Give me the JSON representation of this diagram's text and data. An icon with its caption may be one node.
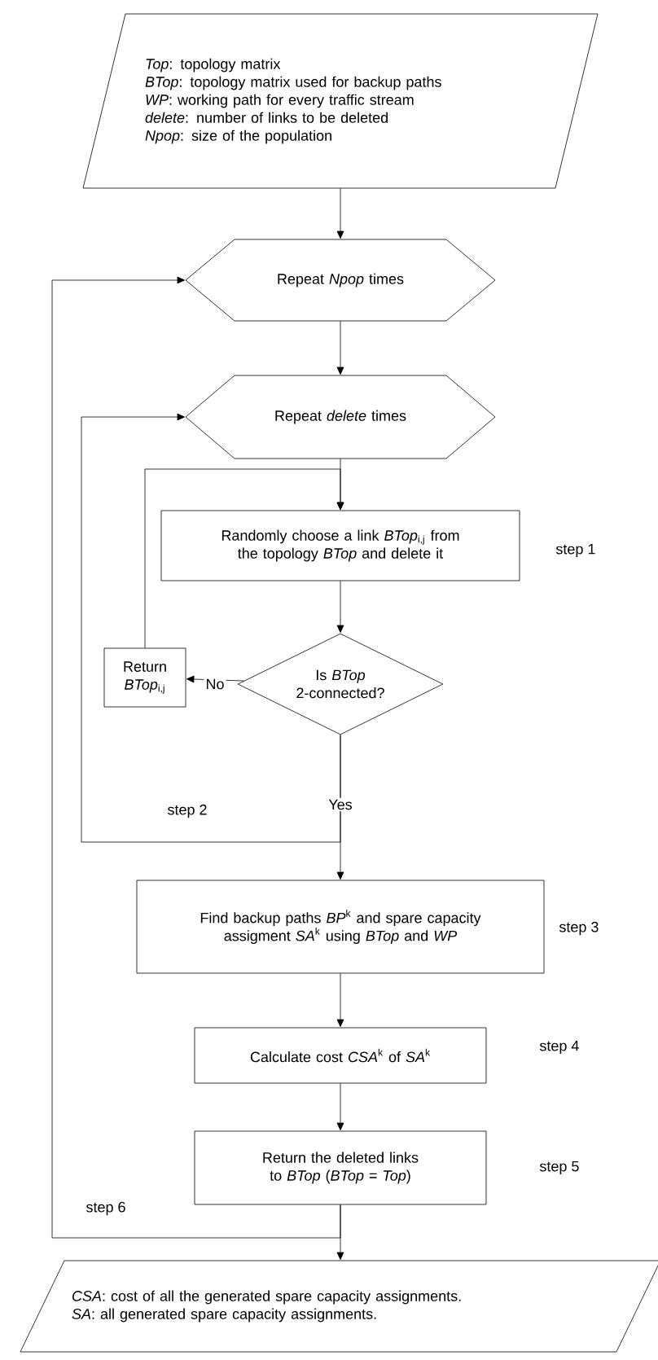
{
  "diagram": {
    "nodes": [
      {
        "text": [
          "*Top*:   topology matrix",
          "*BTop*: topology matrix used for backup paths",
          "*WP*:   working path for every traffic stream",
          "*delete*: number of links to be deleted",
          "*Npop*: size of the population"
        ]
      },
      {
        "text": [
          "Repeat *Npop* times"
        ]
      },
      {
        "text": [
          "Repeat *delete* times"
        ]
      },
      {
        "text": [
          "Randomly choose a link *BTop*$_{i,j}$ from the topology *BTop* and delete it"
        ],
        "beside": [
          "step 1"
        ]
      },
      {
        "text": [
          "Is *BTop* 2-connected?"
        ]
      },
      {
        "text": [
          "Return *BTop*$_{i,j}$"
        ]
      },
      {
        "text": [
          "Find backup paths *BP*$^{k}$ and spare capacity assigment *SA*$^{k}$ using *BTop* and *WP*"
        ],
        "beside": [
          "step 3"
        ]
      },
      {
        "text": [
          "Calculate cost *CSA*$^{k}$ of *SA*$^{k}$"
        ],
        "beside": [
          "step 4"
        ]
      },
      {
        "text": [
          "Return the deleted links to *BTop* (*BTop* = *Top*)"
        ],
        "beside": [
          "step 5"
        ]
      },
      {
        "text": [
          "*CSA*:   cost of all the generated spare capacity assignments.",
          "*SA*:     all generated spare capacity assignments."
        ]
      }
    ],
    "edges": [
      {
        "from": 0,
        "to": 1,
        "arrow": "to"
      },
      {
        "from": 1,
        "to": 2,
        "arrow": "to"
      },
      {
        "from": 2,
        "to": 3,
        "arrow": "to"
      },
      {
        "from": 3,
        "to": 4,
        "arrow": "to"
      },
      {
        "from": 4,
        "to": 5,
        "arrow": "to",
        "label": "No"
      },
      {
        "from": 5,
        "to": 3,
        "arrow": "to"
      },
      {
        "from": 4,
        "to": 6,
        "arrow": "to",
        "label": "Yes"
      },
      {
        "from": 4,
        "to": 2,
        "arrow": "to",
        "label": "step 2"
      },
      {
        "from": 6,
        "to": 7,
        "arrow": "to"
      },
      {
        "from": 7,
        "to": 8,
        "arrow": "to"
      },
      {
        "from": 8,
        "to": 1,
        "arrow": "to",
        "label": "step 6"
      },
      {
        "from": 8,
        "to": 9,
        "arrow": "to"
      }
    ]
  }
}
